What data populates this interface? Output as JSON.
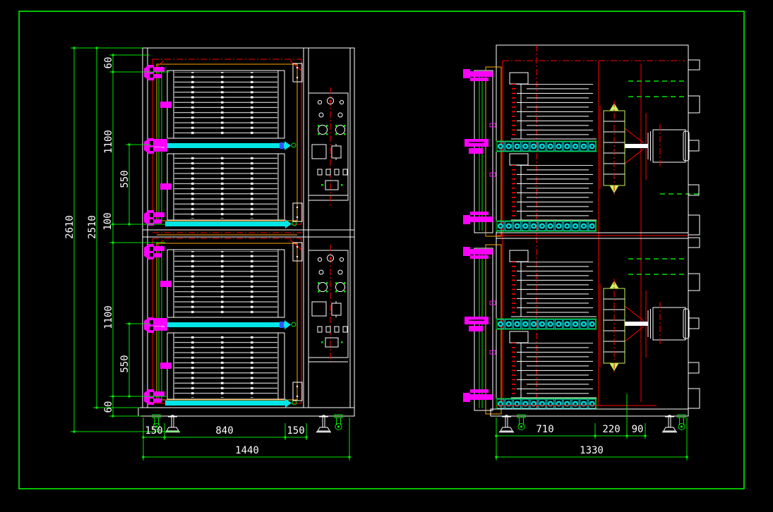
{
  "drawing": {
    "kind": "cad-two-view-elevation",
    "colors": {
      "background": "#000000",
      "border_frame": "#00f000",
      "dimension_lines": "#00e400",
      "dimension_text": "#ffffff",
      "body_outline": "#ffffff",
      "door_frame": "#ff0000",
      "door_inner": "#ffa600",
      "hardware": "#ff00ff",
      "conveyor": "#00e5e5",
      "fan_hatch": "#c8f060"
    },
    "front_view": {
      "dims": {
        "overall_height": "2610",
        "frame_height": "2510",
        "top_offset": "60",
        "chamber1_height": "1100",
        "chamber1_half": "550",
        "middle_gap": "100",
        "chamber2_height": "1100",
        "chamber2_half": "550",
        "bottom_offset": "60",
        "left_margin": "150",
        "door_width": "840",
        "right_margin": "150",
        "overall_width": "1440"
      }
    },
    "side_view": {
      "dims": {
        "body_depth": "710",
        "fan_section": "220",
        "rear_section": "90",
        "overall_depth": "1330"
      }
    }
  }
}
